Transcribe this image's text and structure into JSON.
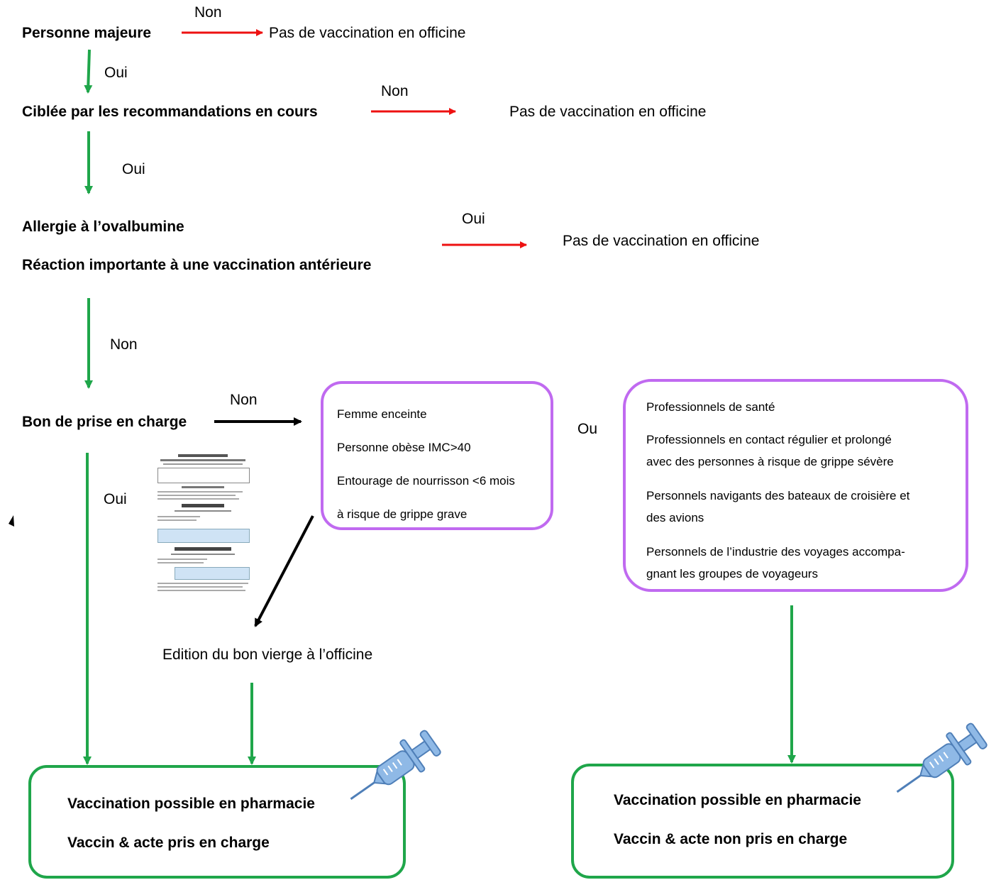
{
  "steps": {
    "adult": "Personne majeure",
    "targeted": "Ciblée par les recommandations  en cours",
    "allergy": "Allergie à l’ovalbumine",
    "reaction": "Réaction importante à une vaccination antérieure",
    "voucher": "Bon de prise en charge",
    "blank_voucher": "Edition du bon vierge à l’officine"
  },
  "labels": {
    "non_1": "Non",
    "oui_1": "Oui",
    "non_2": "Non",
    "oui_2": "Oui",
    "oui_3": "Oui",
    "non_3": "Non",
    "non_4": "Non",
    "oui_4": "Oui",
    "ou": "Ou"
  },
  "outcomes": {
    "no_vax_1": "Pas de vaccination en officine",
    "no_vax_2": "Pas de vaccination en officine",
    "no_vax_3": "Pas de vaccination en officine"
  },
  "box_reimbursable": [
    "Femme enceinte",
    "Personne obèse IMC>40",
    "Entourage de nourrisson <6 mois",
    "à risque de grippe grave"
  ],
  "box_professionals": [
    "Professionnels de santé",
    "Professionnels en contact régulier et prolongé",
    "avec des personnes à risque de grippe sévère",
    "Personnels navigants des bateaux de croisière et",
    "des avions",
    "Personnels de l’industrie des voyages accompa-",
    "gnant les groupes de voyageurs"
  ],
  "result_left": {
    "line1": "Vaccination possible en pharmacie",
    "line2": "Vaccin & acte pris en charge"
  },
  "result_right": {
    "line1": "Vaccination possible en pharmacie",
    "line2": "Vaccin & acte non pris en charge"
  },
  "colors": {
    "no_arrow": "#ee1111",
    "yes_arrow": "#1fa64a",
    "box_border": "#c06af0",
    "result_border": "#1fa64a",
    "syringe": "#8fb9e6"
  },
  "icons": [
    "syringe-icon",
    "form-document-thumbnail",
    "triangle-marker-icon"
  ]
}
